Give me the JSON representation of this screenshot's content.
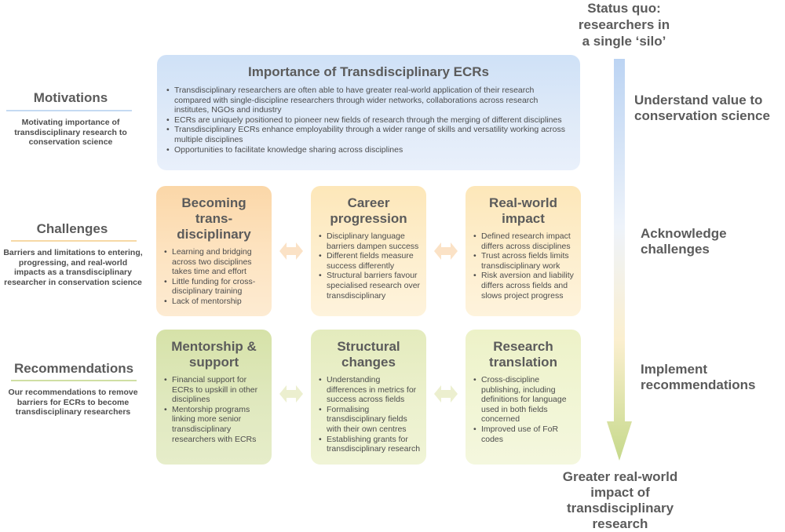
{
  "status_quo": [
    "Status quo:",
    "researchers in",
    "a single ‘silo’"
  ],
  "outcome": [
    "Greater real-world",
    "impact of",
    "transdisciplinary",
    "research"
  ],
  "rows": {
    "motivations": {
      "title": "Motivations",
      "desc": [
        "Motivating importance of",
        "transdisciplinary research to",
        "conservation science"
      ],
      "line_color": "#c5daf2"
    },
    "challenges": {
      "title": "Challenges",
      "desc": [
        "Barriers and limitations to entering,",
        "progressing, and real-world",
        "impacts as a transdisciplinary",
        "researcher in conservation science"
      ],
      "line_color": "#f6d9a5"
    },
    "recommendations": {
      "title": "Recommendations",
      "desc": [
        "Our recommendations to remove",
        "barriers for ECRs to become",
        "transdisciplinary researchers"
      ],
      "line_color": "#cfdfa3"
    }
  },
  "right_labels": {
    "understand": [
      "Understand value to",
      "conservation science"
    ],
    "acknowledge": [
      "Acknowledge",
      "challenges"
    ],
    "implement": [
      "Implement",
      "recommendations"
    ]
  },
  "top_box": {
    "title": "Importance of Transdisciplinary ECRs",
    "bullets": [
      "Transdisciplinary researchers are often able to have greater real-world application of their research compared with single-discipline researchers through wider networks, collaborations across research institutes, NGOs and industry",
      "ECRs are uniquely positioned to pioneer new fields of research through the merging of different disciplines",
      "Transdisciplinary ECRs enhance employability through a wider range of skills and versatility working across multiple disciplines",
      "Opportunities to facilitate knowledge sharing across disciplines"
    ]
  },
  "challenge_boxes": [
    {
      "title": [
        "Becoming",
        "trans-",
        "disciplinary"
      ],
      "bullets": [
        "Learning and bridging across two disciplines takes time and effort",
        "Little funding for cross-disciplinary training",
        "Lack of mentorship"
      ]
    },
    {
      "title": [
        "Career",
        "progression"
      ],
      "bullets": [
        "Disciplinary language barriers dampen success",
        "Different fields measure success differently",
        "Structural barriers favour specialised research over transdisciplinary"
      ]
    },
    {
      "title": [
        "Real-world",
        "impact"
      ],
      "bullets": [
        "Defined research impact differs across disciplines",
        "Trust across fields limits transdisciplinary work",
        "Risk aversion and liability differs across fields and slows project progress"
      ]
    }
  ],
  "recommendation_boxes": [
    {
      "title": [
        "Mentorship &",
        "support"
      ],
      "bullets": [
        "Financial support for ECRs to upskill in other disciplines",
        "Mentorship programs linking more senior transdisciplinary researchers with ECRs"
      ]
    },
    {
      "title": [
        "Structural",
        "changes"
      ],
      "bullets": [
        "Understanding differences in metrics for success across fields",
        "Formalising transdisciplinary fields with their own centres",
        "Establishing grants for transdisciplinary research"
      ]
    },
    {
      "title": [
        "Research",
        "translation"
      ],
      "bullets": [
        "Cross-discipline publishing, including definitions for language used in both fields concerned",
        "Improved use of FoR codes"
      ]
    }
  ],
  "colors": {
    "text": "#4d4d4d",
    "title": "#5b5b5b",
    "arrow_top": "#bcd4f3",
    "arrow_mid": "#fbefcf",
    "arrow_bottom": "#c6d98b",
    "double_arrow": "#fbe2c6"
  }
}
